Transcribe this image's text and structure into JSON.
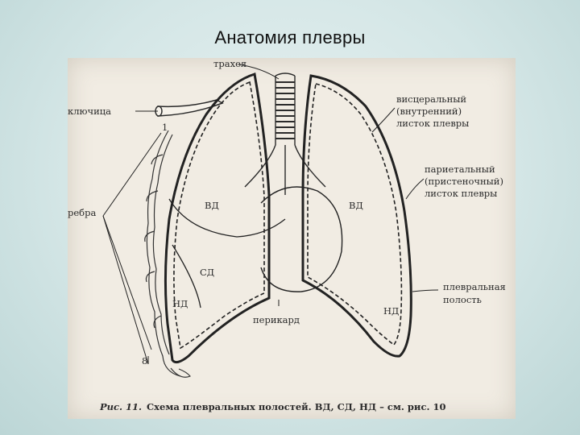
{
  "slide": {
    "title": "Анатомия плевры"
  },
  "figure": {
    "labels": {
      "trachea": "трахея",
      "clavicle": "ключица",
      "num_1": "1",
      "ribs": "ребра",
      "num_8": "8",
      "visceral_1": "висцеральный",
      "visceral_2": "(внутренний)",
      "visceral_3": "листок плевры",
      "parietal_1": "париетальный",
      "parietal_2": "(пристеночный)",
      "parietal_3": "листок плевры",
      "vd_left": "ВД",
      "vd_right": "ВД",
      "sd": "СД",
      "nd_left": "НД",
      "nd_right": "НД",
      "pleural_1": "плевральная",
      "pleural_2": "полость",
      "pericardium": "перикард"
    },
    "caption": {
      "prefix": "Рис. 11.",
      "text": "Схема плевральных полостей. ВД, СД, НД – см. рис. 10"
    }
  }
}
